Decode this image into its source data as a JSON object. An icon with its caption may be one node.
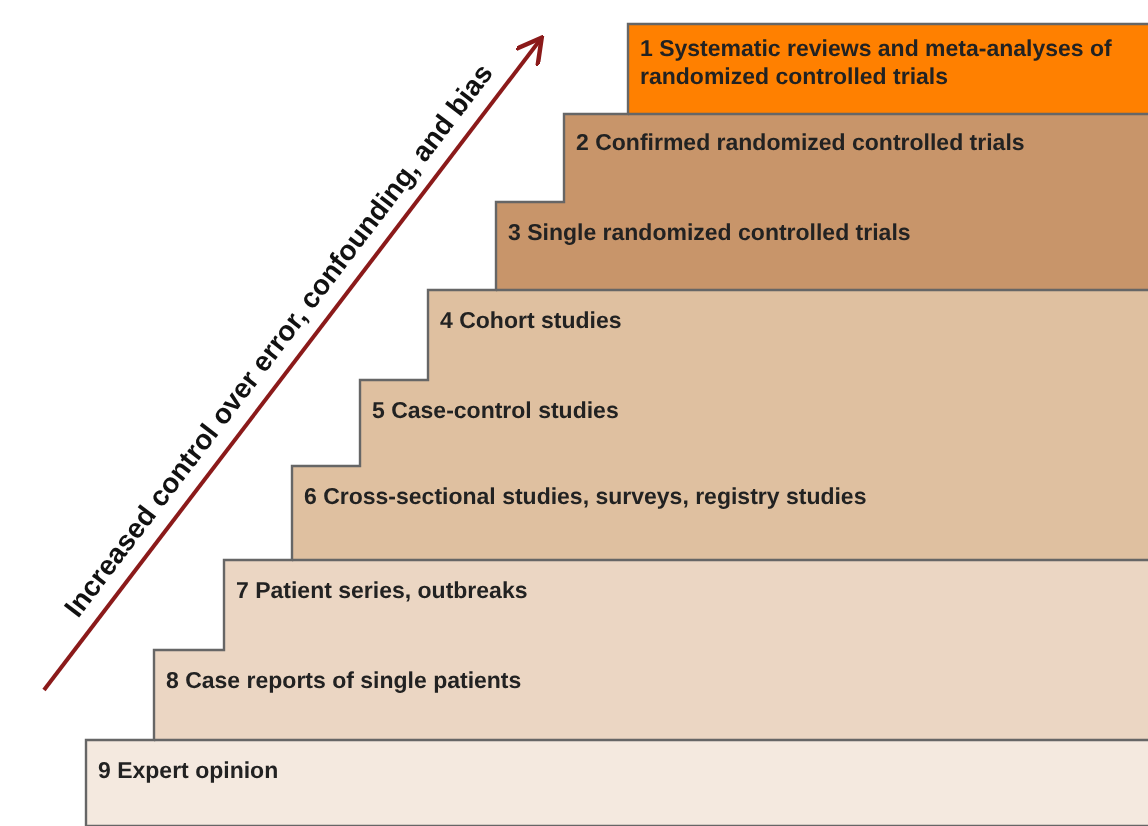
{
  "diagram": {
    "nodes": [
      {
        "text": [
          "1 Systematic reviews and meta-analyses of randomized controlled trials"
        ]
      },
      {
        "text": [
          "2 Confirmed randomized controlled trials"
        ]
      },
      {
        "text": [
          "3 Single randomized controlled trials"
        ]
      },
      {
        "text": [
          "4 Cohort studies"
        ]
      },
      {
        "text": [
          "5 Case-control studies"
        ]
      },
      {
        "text": [
          "6 Cross-sectional studies, surveys, registry studies"
        ]
      },
      {
        "text": [
          "7 Patient series, outbreaks"
        ]
      },
      {
        "text": [
          "8 Case reports of single patients"
        ]
      },
      {
        "text": [
          "9 Expert opinion"
        ]
      }
    ],
    "labels": [
      "Increased control over error, confounding, and bias"
    ]
  }
}
